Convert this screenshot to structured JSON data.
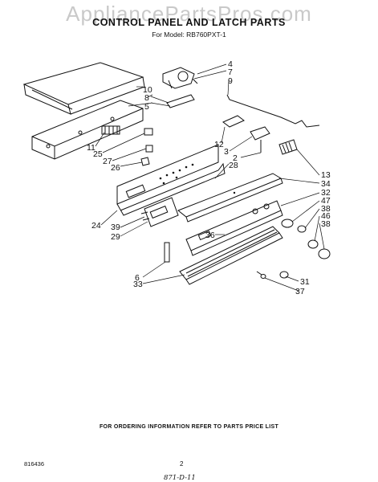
{
  "watermark": "AppliancePartsPros.com",
  "title": "CONTROL PANEL AND LATCH PARTS",
  "model_line": "For Model: RB760PXT-1",
  "footer_note": "FOR ORDERING INFORMATION REFER TO PARTS PRICE LIST",
  "doc_code": "816436",
  "page_number": "2",
  "handwritten_note": "871-D-11",
  "callouts": {
    "c4": "4",
    "c7": "7",
    "c9": "9",
    "c10": "10",
    "c8": "8",
    "c5": "5",
    "c11": "11",
    "c25": "25",
    "c27": "27",
    "c26": "26",
    "c12": "12",
    "c3": "3",
    "c2": "2",
    "c28": "28",
    "c13": "13",
    "c34": "34",
    "c32": "32",
    "c47": "47",
    "c38a": "38",
    "c46": "46",
    "c38b": "38",
    "c24": "24",
    "c39": "39",
    "c29": "29",
    "c36": "36",
    "c6": "6",
    "c33": "33",
    "c31": "31",
    "c37": "37"
  }
}
